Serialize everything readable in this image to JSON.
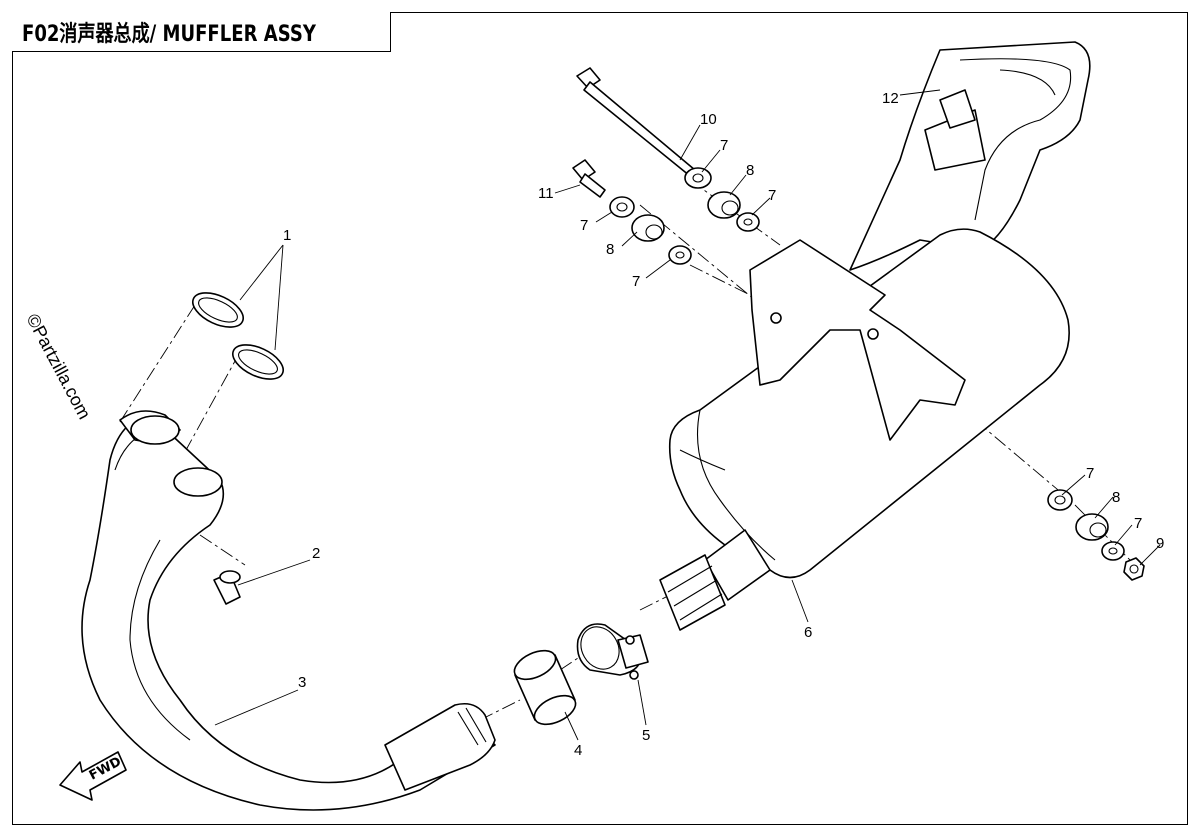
{
  "title": "F02消声器总成/ MUFFLER ASSY",
  "watermark": "©Partzilla.com",
  "fwd_label": "FWD",
  "callouts": [
    {
      "id": "c1",
      "text": "1"
    },
    {
      "id": "c2",
      "text": "2"
    },
    {
      "id": "c3",
      "text": "3"
    },
    {
      "id": "c4",
      "text": "4"
    },
    {
      "id": "c5",
      "text": "5"
    },
    {
      "id": "c6",
      "text": "6"
    },
    {
      "id": "c7a",
      "text": "7"
    },
    {
      "id": "c7b",
      "text": "7"
    },
    {
      "id": "c7c",
      "text": "7"
    },
    {
      "id": "c7d",
      "text": "7"
    },
    {
      "id": "c7e",
      "text": "7"
    },
    {
      "id": "c7f",
      "text": "7"
    },
    {
      "id": "c8a",
      "text": "8"
    },
    {
      "id": "c8b",
      "text": "8"
    },
    {
      "id": "c8c",
      "text": "8"
    },
    {
      "id": "c9",
      "text": "9"
    },
    {
      "id": "c10",
      "text": "10"
    },
    {
      "id": "c11",
      "text": "11"
    },
    {
      "id": "c12",
      "text": "12"
    }
  ]
}
